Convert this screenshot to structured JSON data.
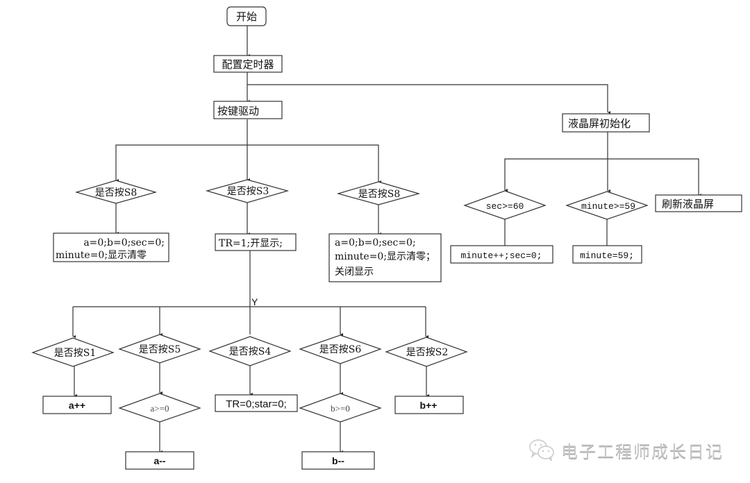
{
  "diagram": {
    "nodes": {
      "start": "开始",
      "config_timer": "配置定时器",
      "key_driver": "按键驱动",
      "lcd_init": "液晶屏初始化",
      "q_s8_left": "是否按S8",
      "q_s3": "是否按S3",
      "q_s8_right": "是否按S8",
      "reset_left_line1": "a=0;b=0;sec=0;",
      "reset_left_line2": "minute=0;显示清零",
      "tr_on": "TR=1;开显示;",
      "reset_right_line1": "a=0;b=0;sec=0;",
      "reset_right_line2": "minute=0;显示清零；",
      "reset_right_line3": "关闭显示",
      "q_sec": "sec>=60",
      "q_minute": "minute>=59",
      "refresh_lcd": "刷新液晶屏",
      "minute_inc": "minute++;sec=0;",
      "minute_set": "minute=59;",
      "yes_label": "Y",
      "q_s1": "是否按S1",
      "q_s5": "是否按S5",
      "q_s4": "是否按S4",
      "q_s6": "是否按S6",
      "q_s2": "是否按S2",
      "a_inc": "a++",
      "q_a": "a>=0",
      "a_dec": "a--",
      "tr_off": "TR=0;star=0;",
      "q_b": "b>=0",
      "b_dec": "b--",
      "b_inc": "b++"
    }
  },
  "watermark": {
    "icon": "wechat-icon",
    "text": "电子工程师成长日记"
  },
  "colors": {
    "line": "#222222",
    "text": "#111111",
    "watermark": "#c9c9c9"
  }
}
